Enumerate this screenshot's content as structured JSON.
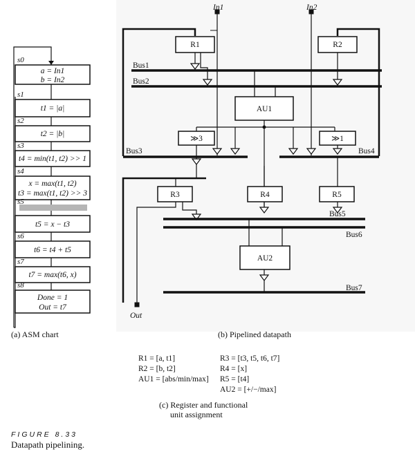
{
  "asm": {
    "states": [
      {
        "id": "s0",
        "lines": [
          "a = In1",
          "b = In2"
        ]
      },
      {
        "id": "s1",
        "lines": [
          "t1 = |a|"
        ]
      },
      {
        "id": "s2",
        "lines": [
          "t2 = |b|"
        ]
      },
      {
        "id": "s3",
        "lines": [
          "t4 = min(t1, t2) >> 1"
        ]
      },
      {
        "id": "s4",
        "lines": [
          "x = max(t1, t2)",
          "t3 = max(t1, t2) >> 3"
        ]
      },
      {
        "id": "s5",
        "lines": []
      },
      {
        "id": "s5",
        "lines": [
          "t5 = x − t3"
        ]
      },
      {
        "id": "s6",
        "lines": [
          "t6 = t4 + t5"
        ]
      },
      {
        "id": "s7",
        "lines": [
          "t7 = max(t6, x)"
        ]
      },
      {
        "id": "s8",
        "lines": [
          "Done = 1",
          "Out = t7"
        ]
      }
    ],
    "caption": "(a) ASM chart"
  },
  "datapath": {
    "inputs": [
      "In1",
      "In2"
    ],
    "registers": [
      "R1",
      "R2",
      "R3",
      "R4",
      "R5"
    ],
    "units": [
      "AU1",
      "AU2"
    ],
    "shifters": [
      "≫3",
      "≫1"
    ],
    "buses": [
      "Bus1",
      "Bus2",
      "Bus3",
      "Bus4",
      "Bus5",
      "Bus6",
      "Bus7"
    ],
    "output": "Out",
    "caption": "(b) Pipelined datapath"
  },
  "assignment": {
    "left": [
      "R1 = [a, t1]",
      "R2 = [b, t2]",
      "AU1 = [abs/min/max]"
    ],
    "right": [
      "R3 = [t3, t5, t6, t7]",
      "R4 = [x]",
      "R5 = [t4]",
      "AU2 = [+/−/max]"
    ],
    "caption_line1": "(c) Register and functional",
    "caption_line2": "unit assignment"
  },
  "figure": {
    "label": "FIGURE 8.33",
    "title": "Datapath pipelining."
  }
}
